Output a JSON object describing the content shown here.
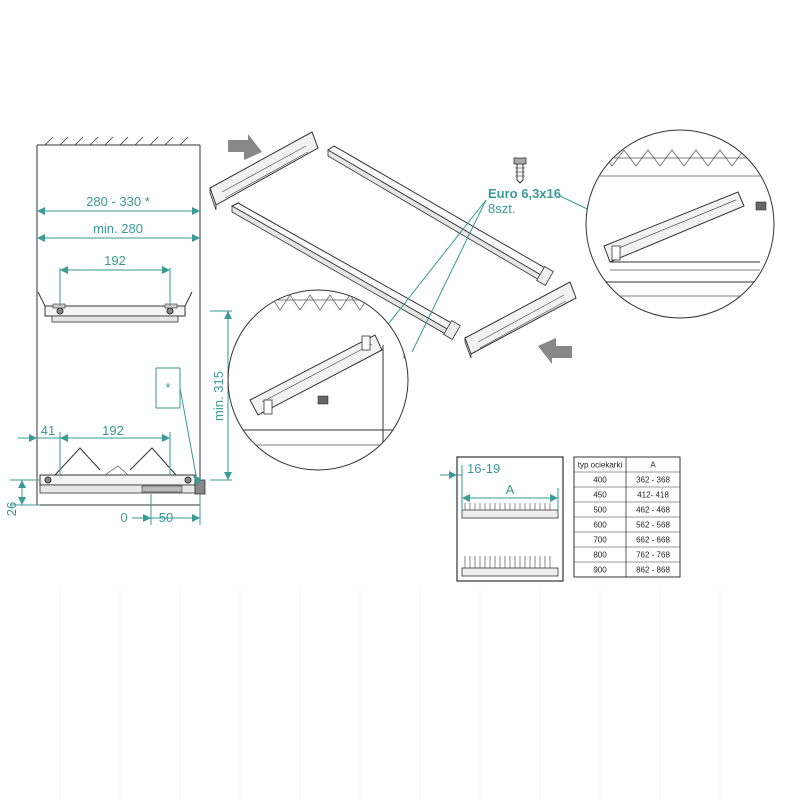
{
  "colors": {
    "accent": "#3a9a96",
    "line": "#333333"
  },
  "front_view": {
    "dim_width_range": "280 - 330 *",
    "dim_min_width": "min. 280",
    "dim_top_spacing": "192",
    "dim_bottom_spacing": "192",
    "dim_side_offset": "41",
    "dim_min_height": "min. 315",
    "dim_base_height": "26",
    "dim_adjust": "0",
    "dim_adjust_max": "50",
    "note_marker": "*"
  },
  "callout": {
    "screw_label": "Euro 6,3x16",
    "screw_qty": "8szt."
  },
  "side_view": {
    "dim_shelf_offset": "16-19",
    "dim_a": "A"
  },
  "size_table": {
    "headers": [
      "typ ociekarki",
      "A"
    ],
    "rows": [
      [
        "400",
        "362 - 368"
      ],
      [
        "450",
        "412- 418"
      ],
      [
        "500",
        "462 - 468"
      ],
      [
        "600",
        "562 - 568"
      ],
      [
        "700",
        "662 - 668"
      ],
      [
        "800",
        "762 - 768"
      ],
      [
        "900",
        "862 - 868"
      ]
    ]
  }
}
